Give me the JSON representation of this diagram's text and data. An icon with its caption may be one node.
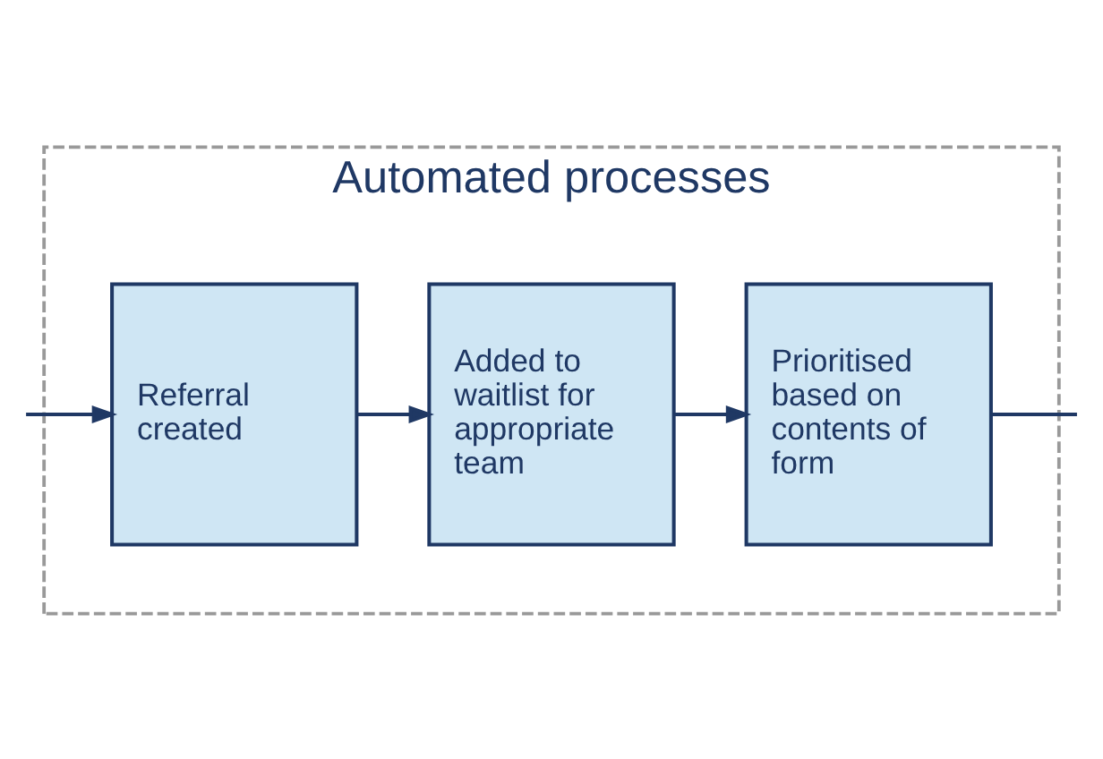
{
  "diagram": {
    "nodes": [
      {
        "text": [
          "Automated processes"
        ]
      },
      {
        "text": [
          "Referral created"
        ],
        "in": 0
      },
      {
        "text": [
          "Added to waitlist for appropriate team"
        ],
        "in": 0
      },
      {
        "text": [
          "Prioritised based on contents of form"
        ],
        "in": 0
      }
    ],
    "edges": [
      {
        "from": null,
        "to": 1,
        "arrow": "to"
      },
      {
        "from": 1,
        "to": 2,
        "arrow": "to"
      },
      {
        "from": 2,
        "to": 3,
        "arrow": "to"
      },
      {
        "from": 3,
        "to": null,
        "arrow": "none"
      }
    ]
  }
}
